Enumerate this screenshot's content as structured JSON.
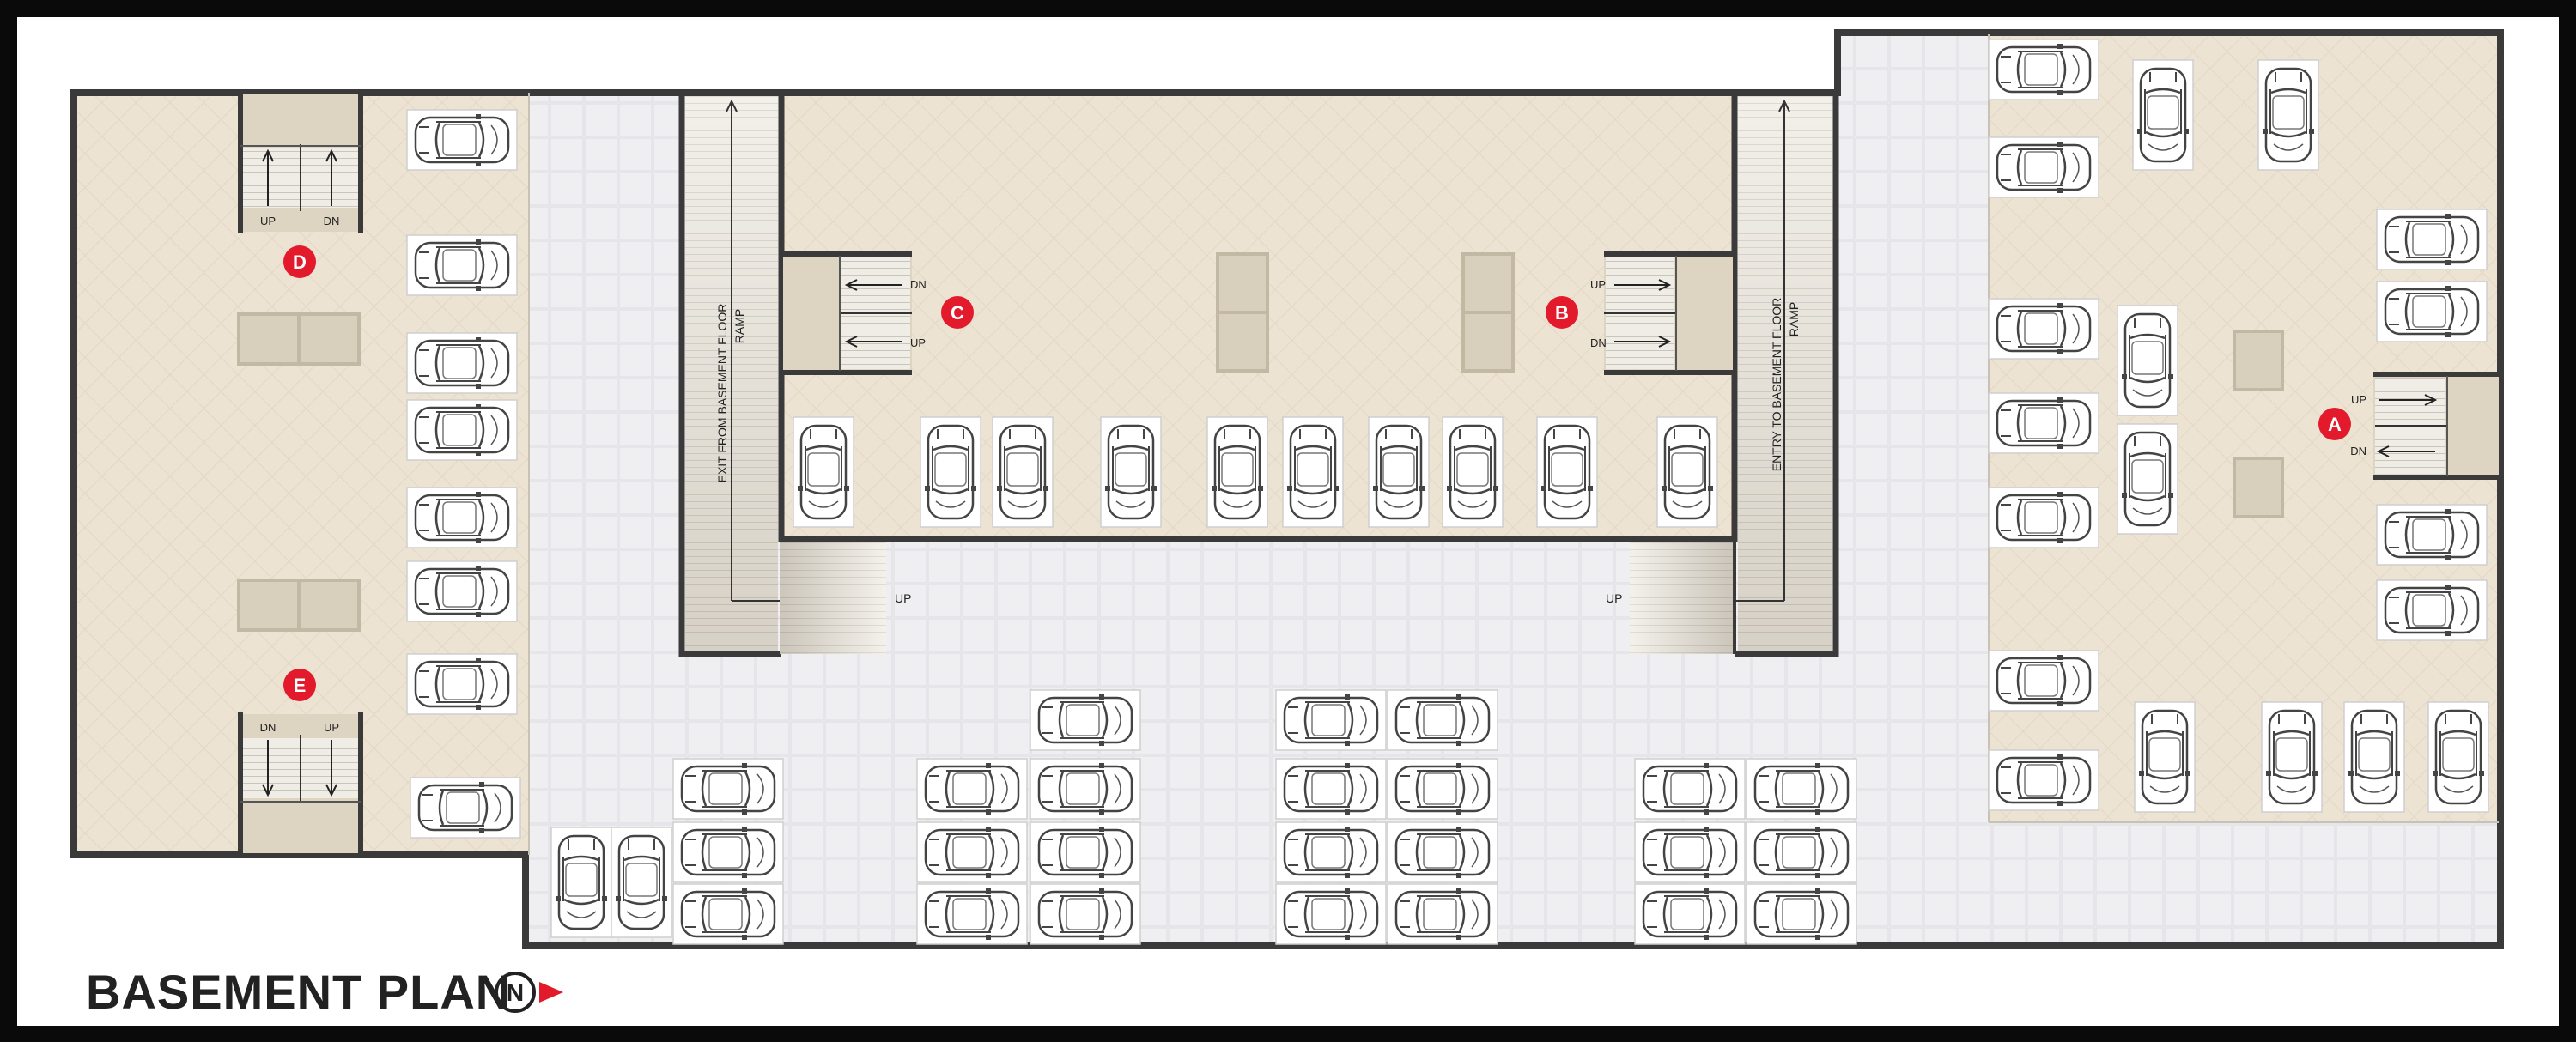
{
  "plan": {
    "title": "BASEMENT PLAN",
    "north_symbol": "N"
  },
  "colors": {
    "frame": "#0a0a0a",
    "paper": "#ffffff",
    "wall": "#3a3a3a",
    "zone": "#ede3d3",
    "driveway": "#efeff1",
    "stair_fill": "#ddd4c2",
    "column": "#c9bfad",
    "marker": "#e21a2c",
    "car_line": "#555555"
  },
  "markers": [
    {
      "id": "a",
      "label": "A"
    },
    {
      "id": "b",
      "label": "B"
    },
    {
      "id": "c",
      "label": "C"
    },
    {
      "id": "d",
      "label": "D"
    },
    {
      "id": "e",
      "label": "E"
    }
  ],
  "ramps": {
    "exit_line1": "EXIT FROM BASEMENT FLOOR",
    "exit_line2": "RAMP",
    "entry_line1": "ENTRY TO BASEMENT FLOOR",
    "entry_line2": "RAMP"
  },
  "stairs": {
    "up": "UP",
    "dn": "DN"
  }
}
